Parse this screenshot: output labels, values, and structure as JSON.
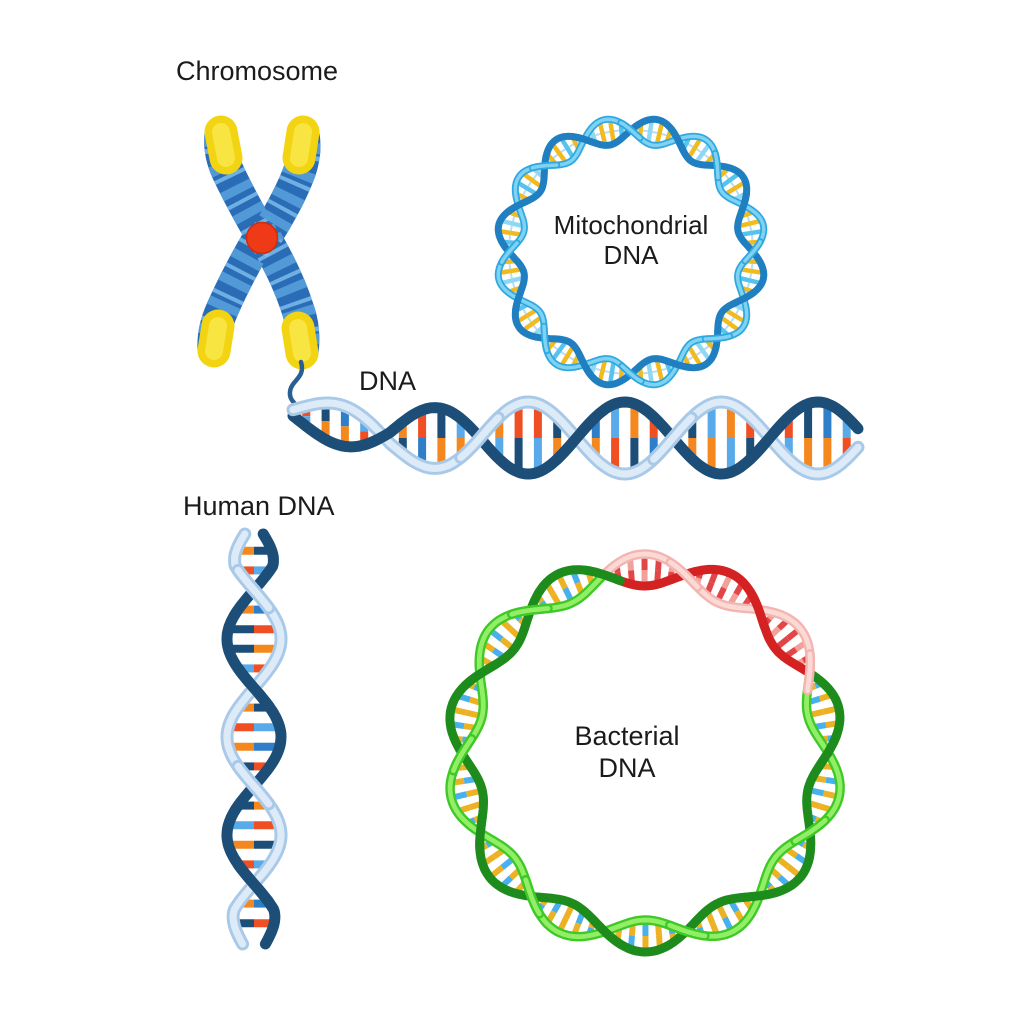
{
  "figure_labels": {
    "chromosome": "Chromosome",
    "dna": "DNA",
    "human_dna": "Human DNA",
    "mitochondrial_line1": "Mitochondrial",
    "mitochondrial_line2": "DNA",
    "bacterial_line1": "Bacterial",
    "bacterial_line2": "DNA"
  },
  "palette": {
    "background": "#ffffff",
    "label_color": "#1b1b1b",
    "chromosome": {
      "arm_base": "#2a6cb5",
      "band_light": "#549cd9",
      "band_bright": "#7fc0f0",
      "telomere": "#f2d413",
      "telomere_core": "#f9e84a",
      "centromere": "#ee3a17",
      "centromere_edge": "#d02c0d",
      "thread": "#2a5f93"
    },
    "linear_dna": {
      "strand_light_edge": "#a9c9e9",
      "strand_light_core": "#ddeaf7",
      "strand_dark": "#1c4e78",
      "rung_pairs_horizontal": [
        [
          "#f04f23",
          "#58aae8"
        ],
        [
          "#1c4e78",
          "#f5871f"
        ],
        [
          "#2f7ec9",
          "#f5871f"
        ],
        [
          "#58aae8",
          "#f04f23"
        ],
        [
          "#f5871f",
          "#1c4e78"
        ],
        [
          "#f04f23",
          "#2f7ec9"
        ],
        [
          "#1c4e78",
          "#f5871f"
        ],
        [
          "#58aae8",
          "#f5871f"
        ],
        [
          "#f5871f",
          "#58aae8"
        ],
        [
          "#f04f23",
          "#1c4e78"
        ]
      ],
      "rung_pairs_vertical": [
        [
          "#1c4e78",
          "#f5871f"
        ],
        [
          "#58aae8",
          "#f04f23"
        ],
        [
          "#f5871f",
          "#1c4e78"
        ],
        [
          "#f04f23",
          "#58aae8"
        ],
        [
          "#f5871f",
          "#2f7ec9"
        ],
        [
          "#1c4e78",
          "#f04f23"
        ]
      ]
    },
    "mitochondrial_dna": {
      "strand_bright": "#2fa8e0",
      "strand_bright_core": "#7fd2f2",
      "strand_dark": "#1f7fc0",
      "axis_circle": "#b9def4",
      "rung_colors": [
        "#f2bb1d",
        "#f2bb1d",
        "#55c3ee",
        "#f2bb1d",
        "#8fd8f3"
      ]
    },
    "bacterial_dna": {
      "strand_bright": "#3fc926",
      "strand_bright_core": "#93ee67",
      "strand_dark": "#1d8c1d",
      "red_strand_dark": "#d42222",
      "red_strand_bright": "#f4b4b0",
      "red_strand_bright_core": "#fbdad6",
      "rung_pairs_green": [
        [
          "#ecb224",
          "#49b0ee"
        ],
        [
          "#49b0ee",
          "#ecb224"
        ],
        [
          "#ecb224",
          "#ecb224"
        ],
        [
          "#49b0ee",
          "#ecb224"
        ],
        [
          "#ecb224",
          "#49b0ee"
        ],
        [
          "#ecb224",
          "#ecb224"
        ]
      ],
      "rung_pairs_red": [
        [
          "#e24646",
          "#e24646"
        ],
        [
          "#f2a09a",
          "#e24646"
        ],
        [
          "#e24646",
          "#f2a09a"
        ]
      ]
    }
  }
}
